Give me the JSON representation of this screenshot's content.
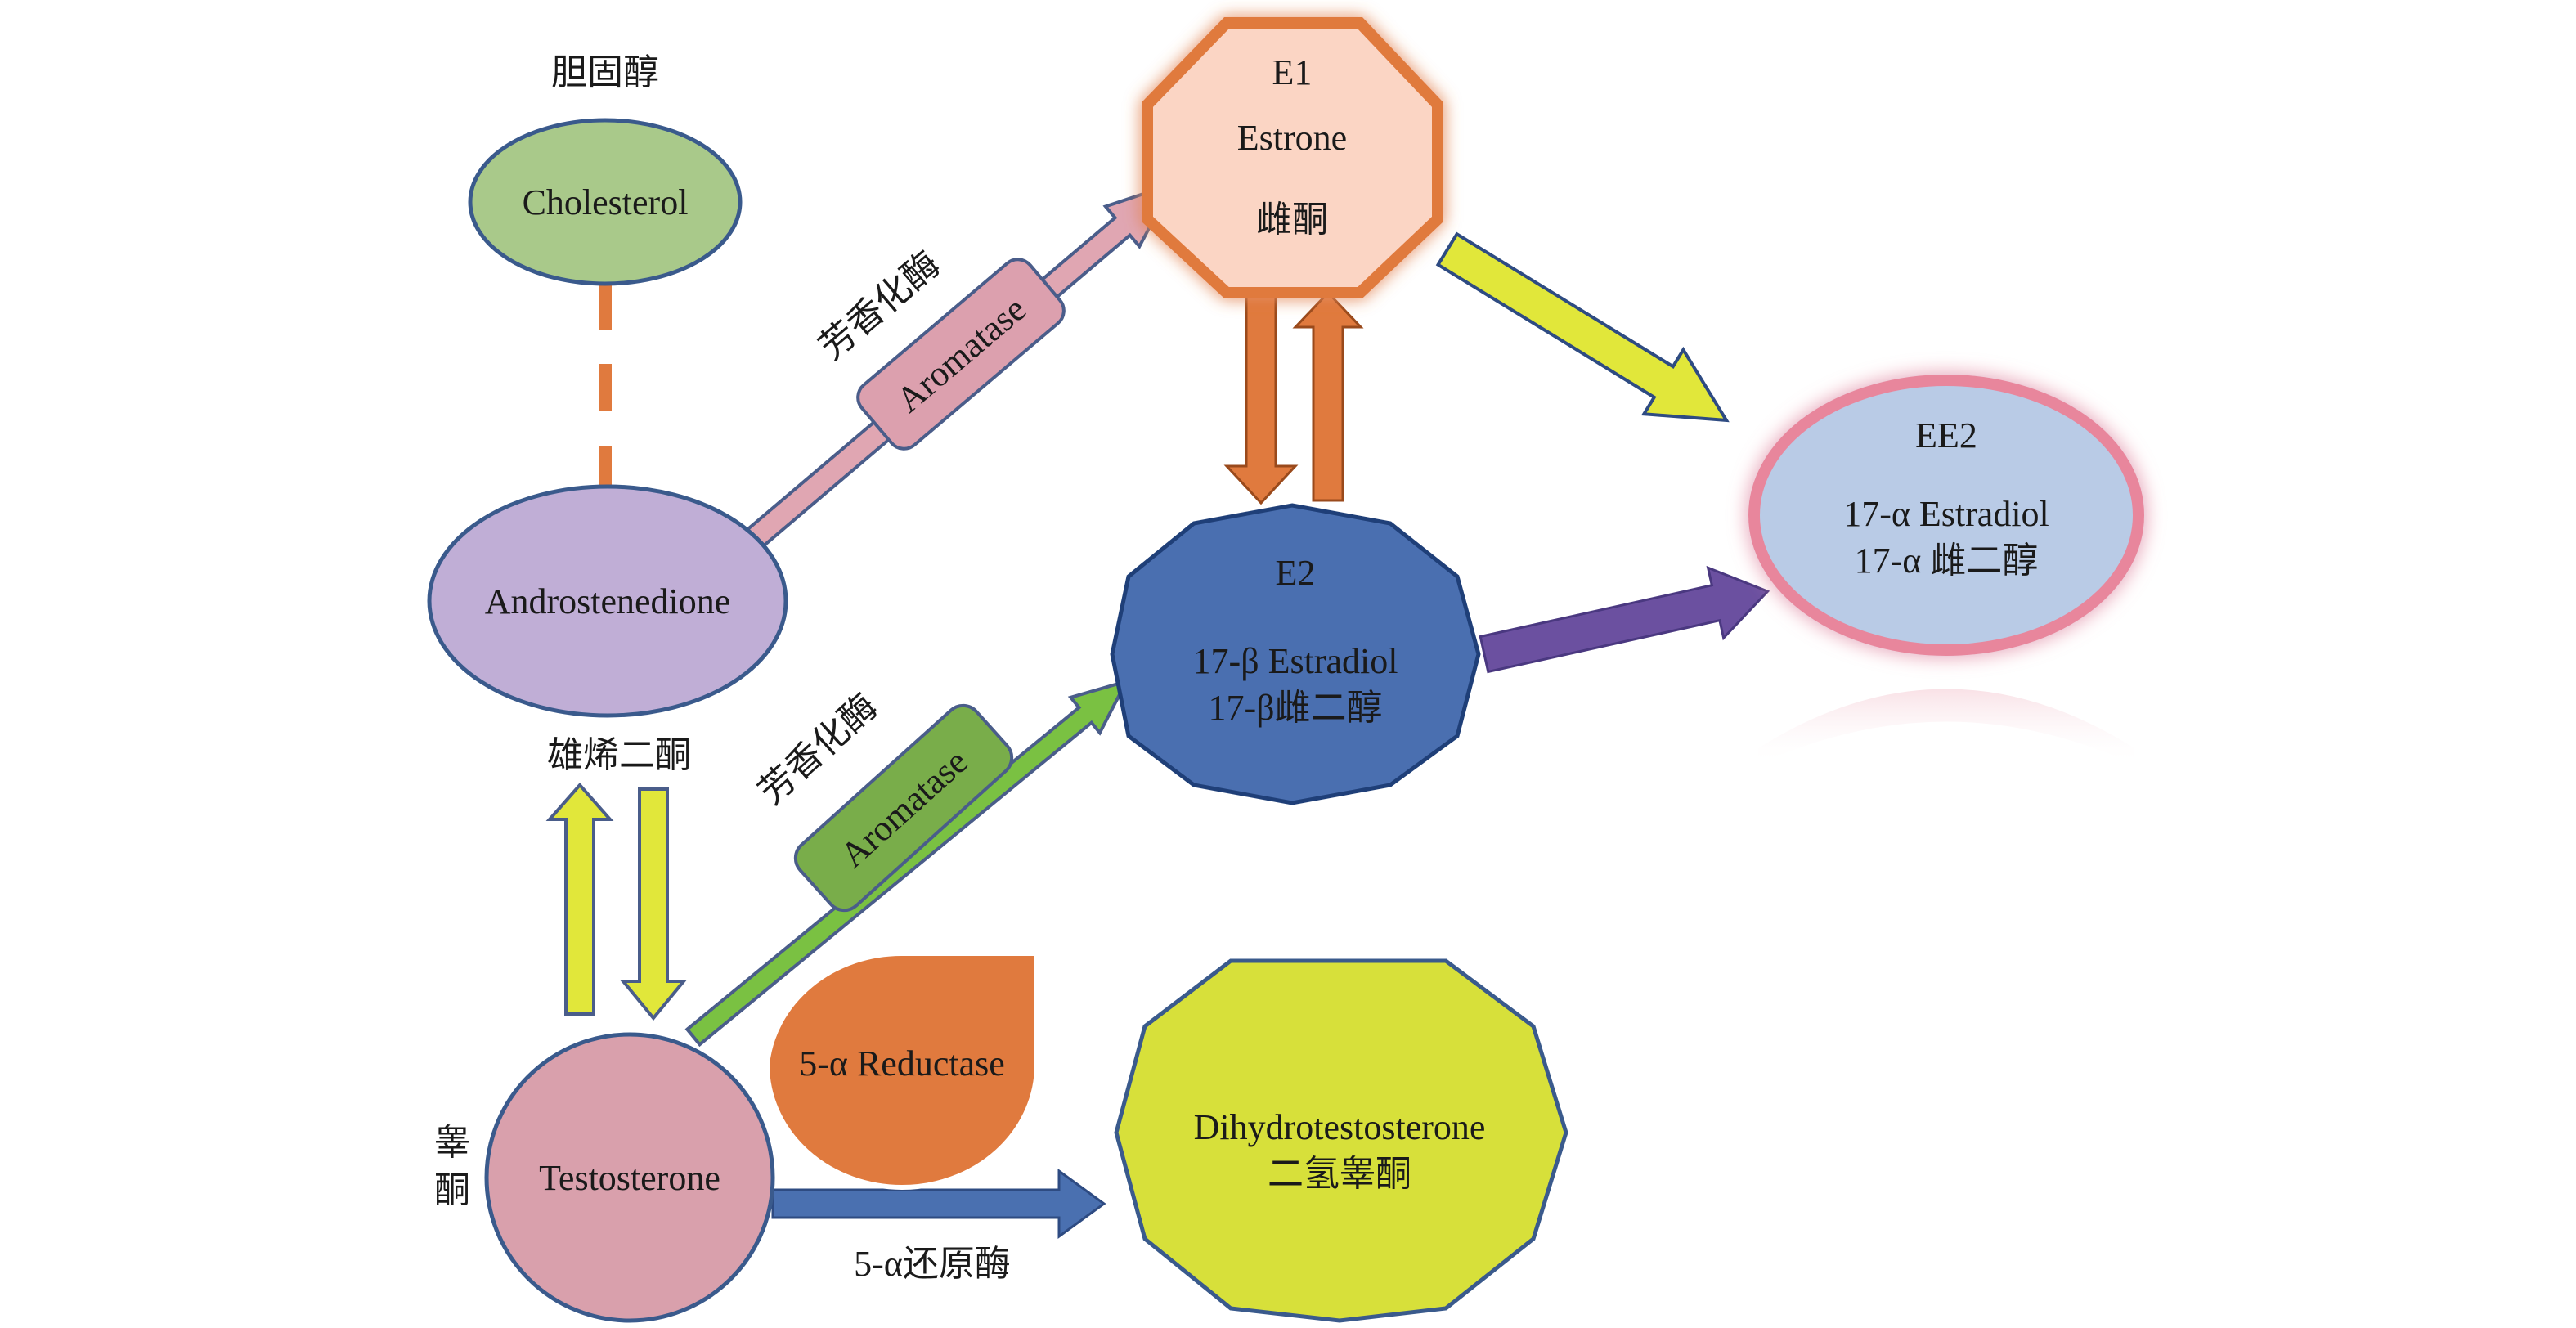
{
  "nodes": {
    "cholesterol": {
      "cn_label": "胆固醇",
      "en_label": "Cholesterol",
      "color": "#a9c98a"
    },
    "androstenedione": {
      "en_label": "Androstenedione",
      "cn_label": "雄烯二酮",
      "color": "#c0aed6"
    },
    "testosterone": {
      "en_label": "Testosterone",
      "cn_label_line1": "睾",
      "cn_label_line2": "酮",
      "color": "#d9a0ac"
    },
    "e1": {
      "code": "E1",
      "en_label": "Estrone",
      "cn_label": "雌酮",
      "color": "#fbd5c4"
    },
    "e2": {
      "code": "E2",
      "en_label": "17-β Estradiol",
      "cn_label": "17-β雌二醇",
      "color": "#4a6fb0"
    },
    "ee2": {
      "code": "EE2",
      "en_label": "17-α Estradiol",
      "cn_label": "17-α 雌二醇",
      "color": "#b9cbe6"
    },
    "dht": {
      "en_label": "Dihydrotestosterone",
      "cn_label": "二氢睾酮",
      "color": "#d7e03a"
    }
  },
  "enzymes": {
    "aromatase_upper": {
      "en_label": "Aromatase",
      "cn_label": "芳香化酶",
      "color": "#dca0ae"
    },
    "aromatase_lower": {
      "en_label": "Aromatase",
      "cn_label": "芳香化酶",
      "color": "#79ad4a"
    },
    "reductase": {
      "en_label": "5-α Reductase",
      "cn_label": "5-α还原酶",
      "color": "#e07a3e"
    }
  }
}
